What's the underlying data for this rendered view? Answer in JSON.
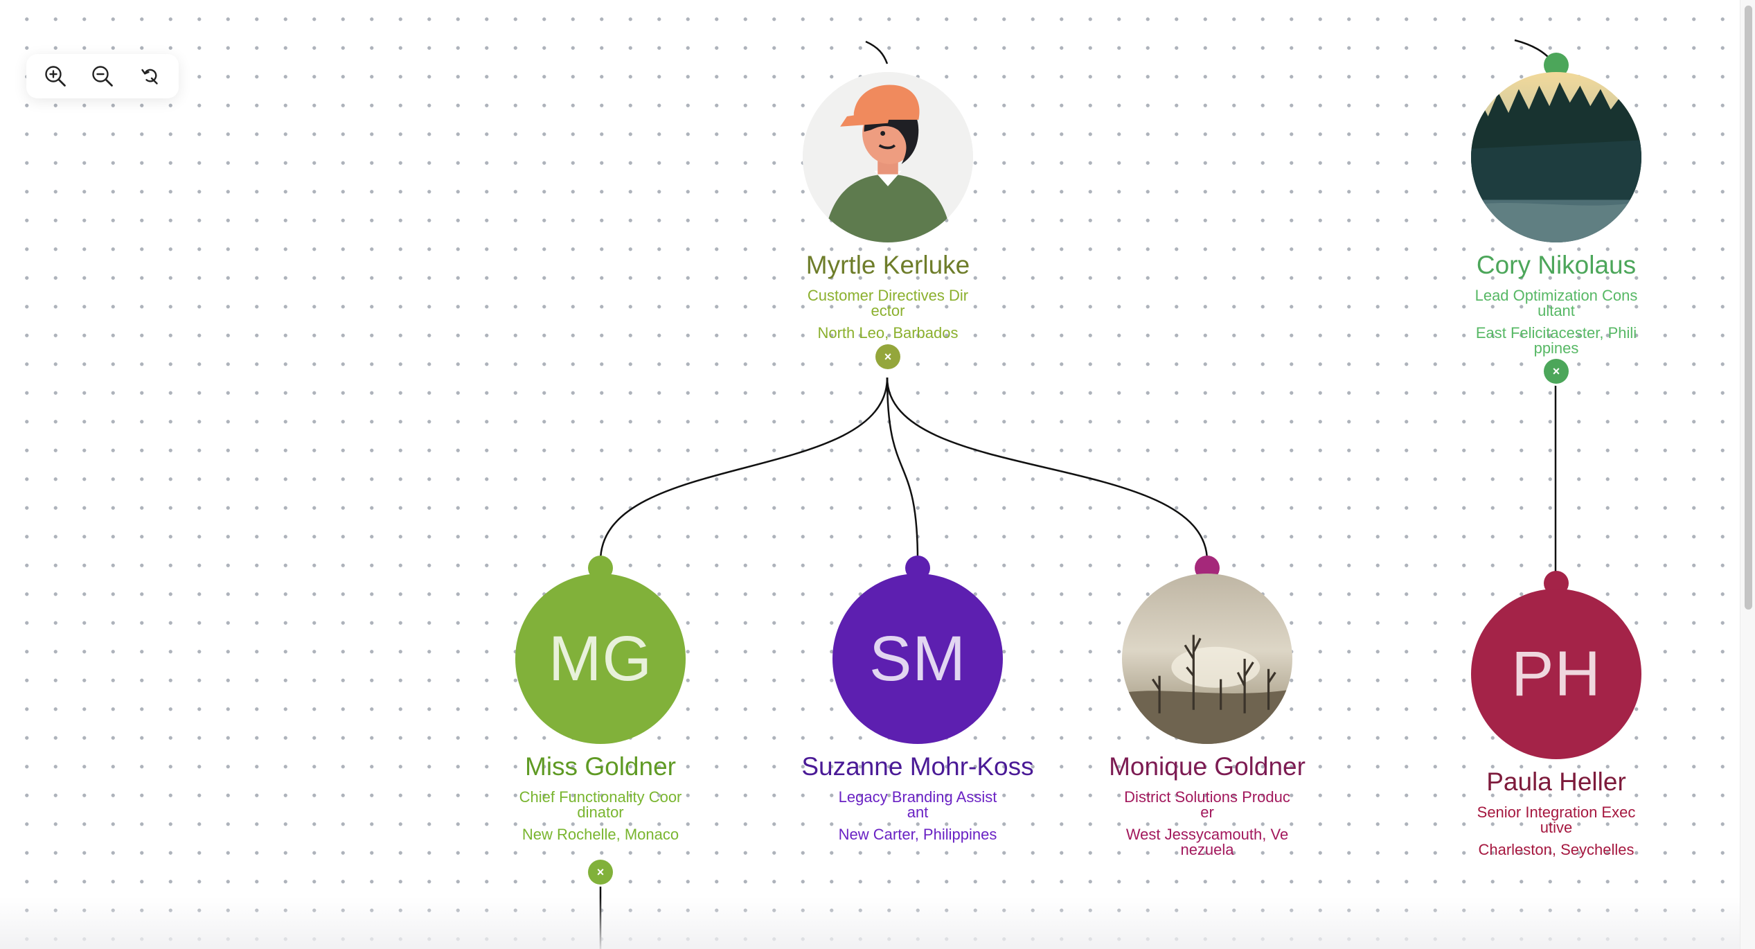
{
  "toolbar": {
    "zoom_in_icon": "zoom-in-magnifier",
    "zoom_out_icon": "zoom-out-magnifier",
    "reset_icon": "reset-view-arrow"
  },
  "colors": {
    "myrtle": "#6e7d2a",
    "myrtle_sub": "#8bb02e",
    "myrtle_dot": "#94a63b",
    "cory": "#4ca65a",
    "cory_sub": "#57b865",
    "miss": "#5f9a24",
    "miss_sub": "#79b52f",
    "miss_avatar": "#81b13a",
    "suzanne": "#4a1a96",
    "suzanne_sub": "#6a22c4",
    "suzanne_avatar": "#5d1fb0",
    "monique": "#7c1b52",
    "monique_sub": "#a2185c",
    "monique_dot": "#a5287a",
    "paula": "#7d1a3b",
    "paula_sub": "#a5173f",
    "paula_avatar": "#a42348"
  },
  "nodes": {
    "myrtle": {
      "name": "Myrtle Kerluke",
      "title": "Customer Directives Director",
      "location": "North Leo, Barbados",
      "avatar": "illustrated-person-orange-cap",
      "collapse_icon": "×"
    },
    "cory": {
      "name": "Cory Nikolaus",
      "title": "Lead Optimization Consultant",
      "location": "East Felicitacester, Philippines",
      "avatar": "forest-photo",
      "collapse_icon": "×"
    },
    "miss": {
      "name": "Miss Goldner",
      "initials": "MG",
      "title": "Chief Functionality Coordinator",
      "location": "New Rochelle, Monaco",
      "collapse_icon": "×"
    },
    "suzanne": {
      "name": "Suzanne Mohr-Koss",
      "initials": "SM",
      "title": "Legacy Branding Assistant",
      "location": "New Carter, Philippines"
    },
    "monique": {
      "name": "Monique Goldner",
      "title": "District Solutions Producer",
      "location": "West Jessycamouth, Venezuela",
      "avatar": "barren-trees-photo"
    },
    "paula": {
      "name": "Paula Heller",
      "initials": "PH",
      "title": "Senior Integration Executive",
      "location": "Charleston, Seychelles"
    }
  }
}
